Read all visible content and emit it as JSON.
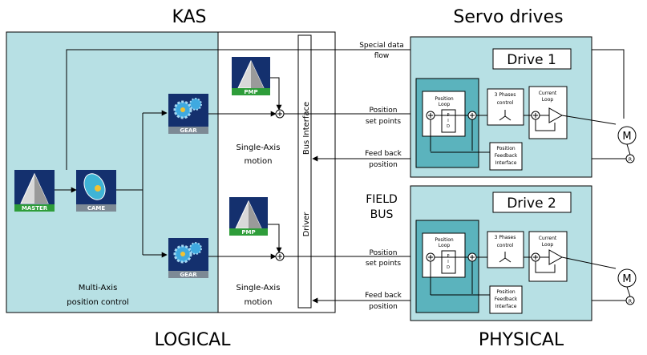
{
  "headings": {
    "kas": "KAS",
    "servo_drives": "Servo drives",
    "logical": "LOGICAL",
    "physical": "PHYSICAL"
  },
  "kas": {
    "multi_axis": [
      "Multi-Axis",
      "position control"
    ],
    "single_axis_1": [
      "Single-Axis",
      "motion"
    ],
    "single_axis_2": [
      "Single-Axis",
      "motion"
    ],
    "bus_interface": "Bus Interface",
    "driver": "Driver",
    "icons": {
      "master": "MASTER",
      "came": "CAME",
      "gear": "GEAR",
      "pmp": "PMP"
    }
  },
  "signals": {
    "special_data_flow": [
      "Special data",
      "flow"
    ],
    "position_set_points": [
      "Position",
      "set points"
    ],
    "feed_back_position": [
      "Feed back",
      "position"
    ],
    "field_bus": [
      "FIELD",
      "BUS"
    ]
  },
  "drives": [
    {
      "title": "Drive 1",
      "position_loop": [
        "Position",
        "Loop"
      ],
      "pid": [
        "P",
        "I",
        "D"
      ],
      "phases": [
        "3 Phases",
        "control"
      ],
      "current_loop": [
        "Current",
        "Loop"
      ],
      "feedback_interface": [
        "Position",
        "Feedback",
        "Interface"
      ],
      "motor": "M",
      "resolver": "R"
    },
    {
      "title": "Drive 2",
      "position_loop": [
        "Position",
        "Loop"
      ],
      "pid": [
        "P",
        "I",
        "D"
      ],
      "phases": [
        "3 Phases",
        "control"
      ],
      "current_loop": [
        "Current",
        "Loop"
      ],
      "feedback_interface": [
        "Position",
        "Feedback",
        "Interface"
      ],
      "motor": "M",
      "resolver": "R"
    }
  ],
  "colors": {
    "kas_panel": "#b7e0e4",
    "drive_panel": "#b7e0e4",
    "drive_inner": "#5bb3bd",
    "icon_bg": "#14306e",
    "master_label_bg": "#2e9d3a",
    "gear_label_bg": "#7d8a95"
  }
}
